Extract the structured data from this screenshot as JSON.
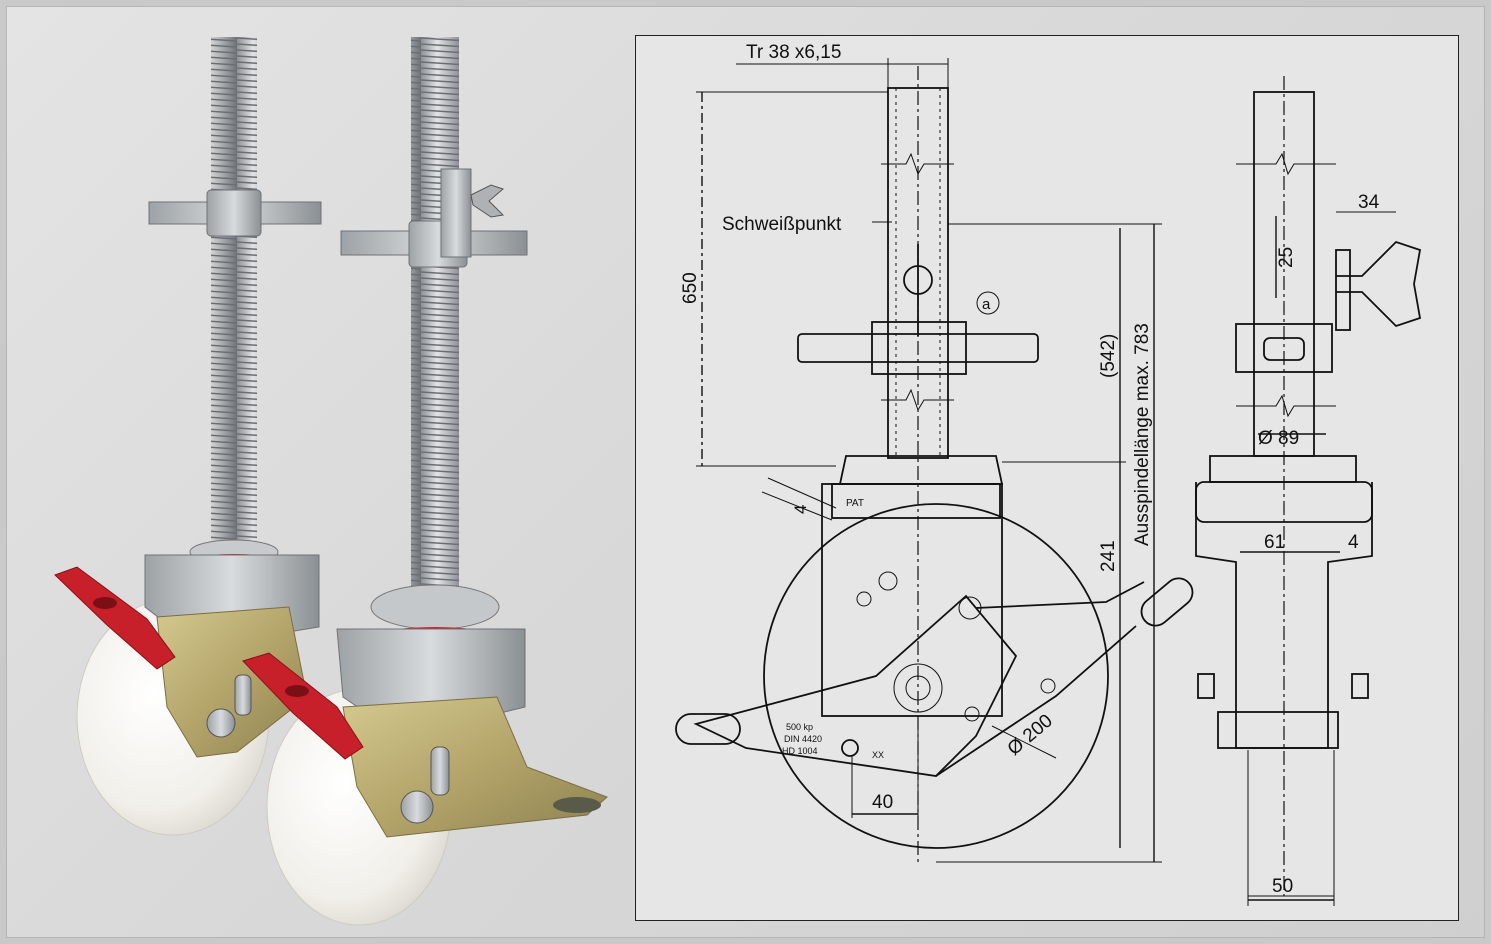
{
  "drawing": {
    "labels": {
      "thread": "Tr 38 x6,15",
      "weld_point": "Schweißpunkt",
      "dim_650": "650",
      "dim_542": "(542)",
      "spindle_length": "Ausspindellänge max. 783",
      "dim_241": "241",
      "dim_4_left": "4",
      "diameter_200": "Ø 200",
      "dim_40": "40",
      "dim_34": "34",
      "dim_25": "25",
      "diameter_89": "Ø 89",
      "dim_61": "61",
      "dim_4_right": "4",
      "dim_50": "50",
      "marker_a": "a",
      "pat": "PAT",
      "plate_line1": "500 kp",
      "plate_line2": "DIN 4420",
      "plate_line3": "HD 1004",
      "plate_mark": "XX"
    }
  },
  "colors": {
    "lever_red": "#c8202a",
    "wheel_white": "#f6f4ef",
    "zinc": "#b9bdc0",
    "yellow_zinc": "#bfb27a"
  }
}
